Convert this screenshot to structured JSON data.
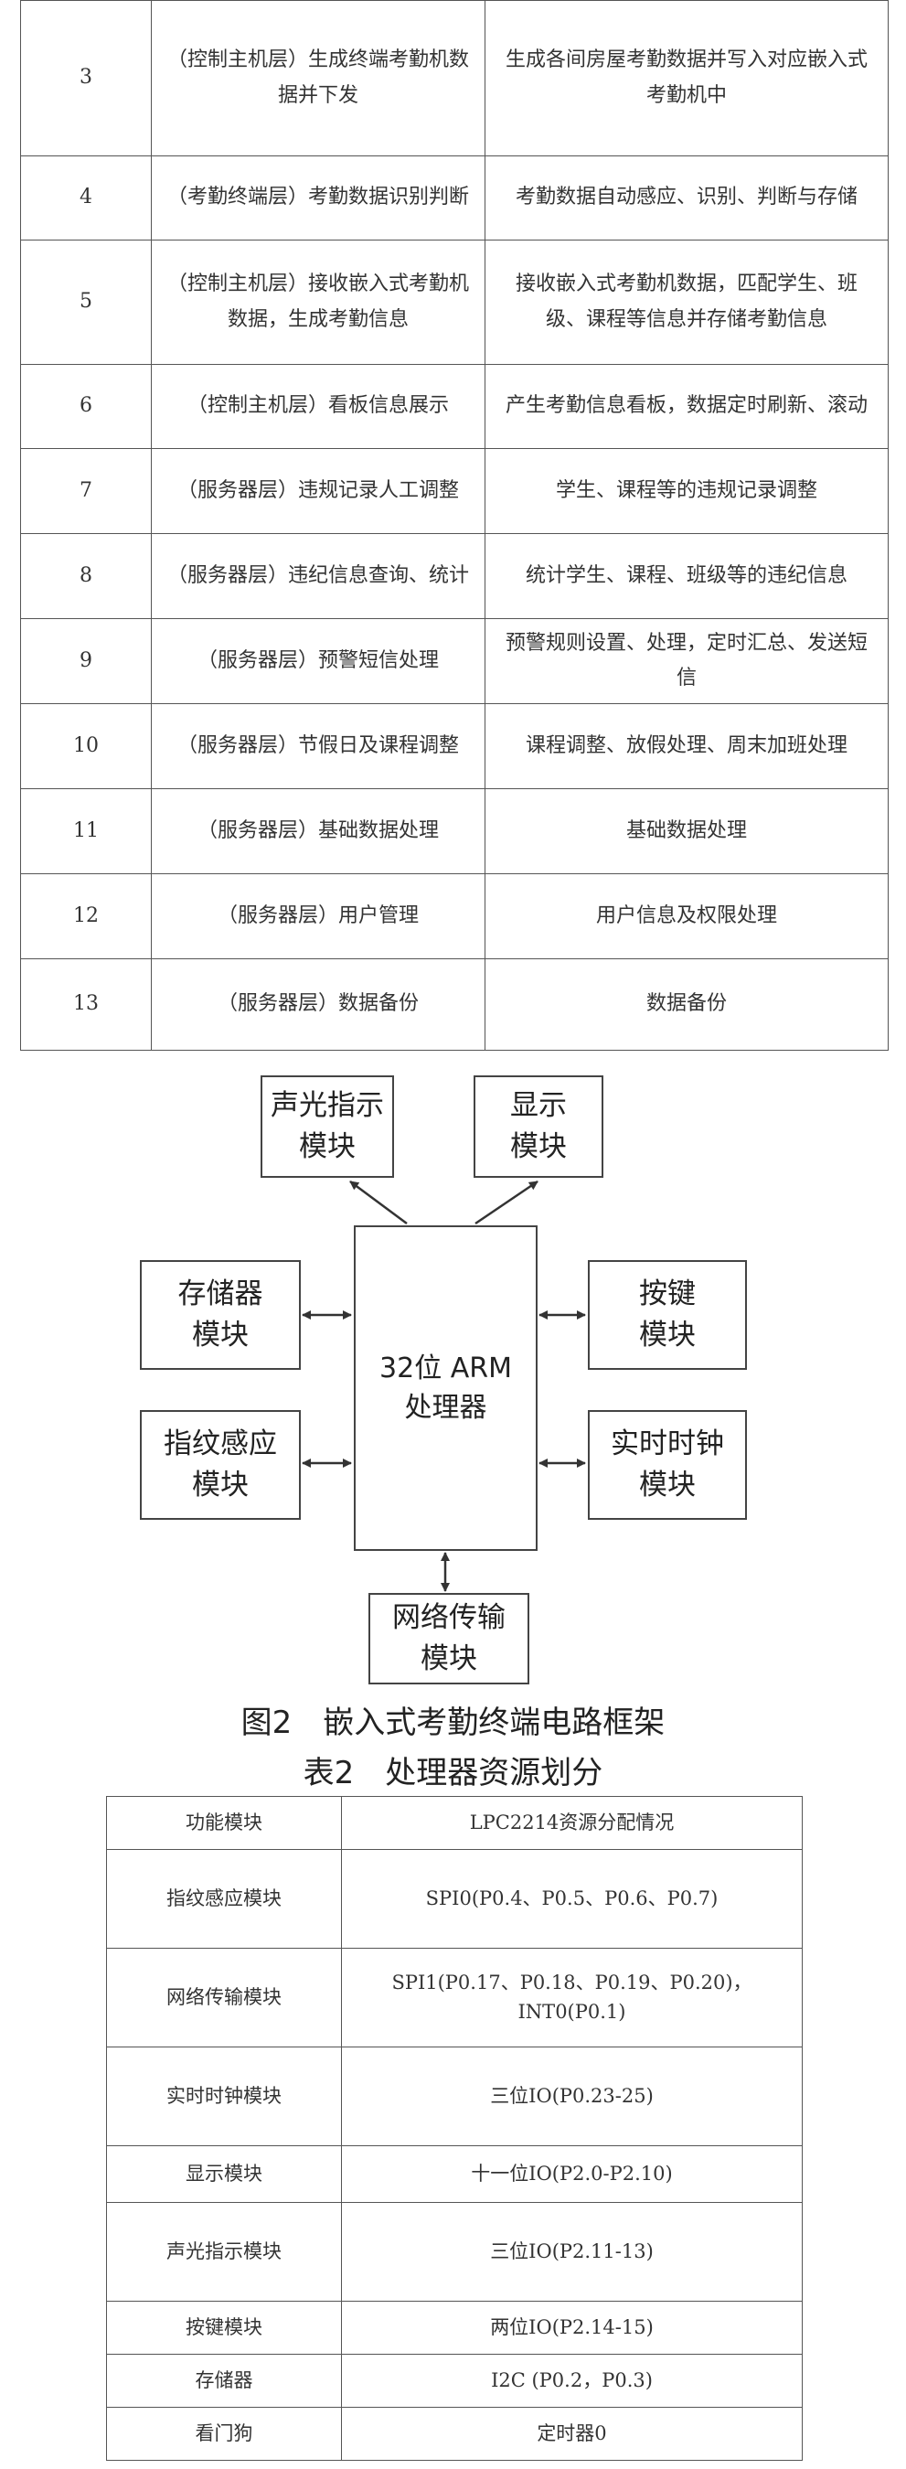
{
  "table1": {
    "rows": [
      {
        "no": "3",
        "function": "（控制主机层）生成终端考勤机数据并下发",
        "desc": "生成各间房屋考勤数据并写入对应嵌入式考勤机中"
      },
      {
        "no": "4",
        "function": "（考勤终端层）考勤数据识别判断",
        "desc": "考勤数据自动感应、识别、判断与存储"
      },
      {
        "no": "5",
        "function": "（控制主机层）接收嵌入式考勤机数据，生成考勤信息",
        "desc": "接收嵌入式考勤机数据，匹配学生、班级、课程等信息并存储考勤信息"
      },
      {
        "no": "6",
        "function": "（控制主机层）看板信息展示",
        "desc": "产生考勤信息看板，数据定时刷新、滚动"
      },
      {
        "no": "7",
        "function": "（服务器层）违规记录人工调整",
        "desc": "学生、课程等的违规记录调整"
      },
      {
        "no": "8",
        "function": "（服务器层）违纪信息查询、统计",
        "desc": "统计学生、课程、班级等的违纪信息"
      },
      {
        "no": "9",
        "function": "（服务器层）预警短信处理",
        "desc": "预警规则设置、处理，定时汇总、发送短信"
      },
      {
        "no": "10",
        "function": "（服务器层）节假日及课程调整",
        "desc": "课程调整、放假处理、周末加班处理"
      },
      {
        "no": "11",
        "function": "（服务器层）基础数据处理",
        "desc": "基础数据处理"
      },
      {
        "no": "12",
        "function": "（服务器层）用户管理",
        "desc": "用户信息及权限处理"
      },
      {
        "no": "13",
        "function": "（服务器层）数据备份",
        "desc": "数据备份"
      }
    ]
  },
  "figure2": {
    "caption": "图2　嵌入式考勤终端电路框架",
    "cpu": {
      "line1": "32位 ARM",
      "line2": "处理器"
    },
    "modules": {
      "sound_light": {
        "line1": "声光指示",
        "line2": "模块"
      },
      "display": {
        "line1": "显示",
        "line2": "模块"
      },
      "storage": {
        "line1": "存储器",
        "line2": "模块"
      },
      "keys": {
        "line1": "按键",
        "line2": "模块"
      },
      "fingerprint": {
        "line1": "指纹感应",
        "line2": "模块"
      },
      "rtc": {
        "line1": "实时时钟",
        "line2": "模块"
      },
      "network": {
        "line1": "网络传输",
        "line2": "模块"
      }
    }
  },
  "table2": {
    "caption": "表2　处理器资源划分",
    "header": {
      "col1": "功能模块",
      "col2": "LPC2214资源分配情况"
    },
    "rows": [
      {
        "module": "指纹感应模块",
        "alloc": "SPI0(P0.4、P0.5、P0.6、P0.7)"
      },
      {
        "module": "网络传输模块",
        "alloc": "SPI1(P0.17、P0.18、P0.19、P0.20)，INT0(P0.1)"
      },
      {
        "module": "实时时钟模块",
        "alloc": "三位IO(P0.23-25)"
      },
      {
        "module": "显示模块",
        "alloc": "十一位IO(P2.0-P2.10)"
      },
      {
        "module": "声光指示模块",
        "alloc": "三位IO(P2.11-13)"
      },
      {
        "module": "按键模块",
        "alloc": "两位IO(P2.14-15)"
      },
      {
        "module": "存储器",
        "alloc": "I2C (P0.2，P0.3)"
      },
      {
        "module": "看门狗",
        "alloc": "定时器0"
      }
    ]
  }
}
